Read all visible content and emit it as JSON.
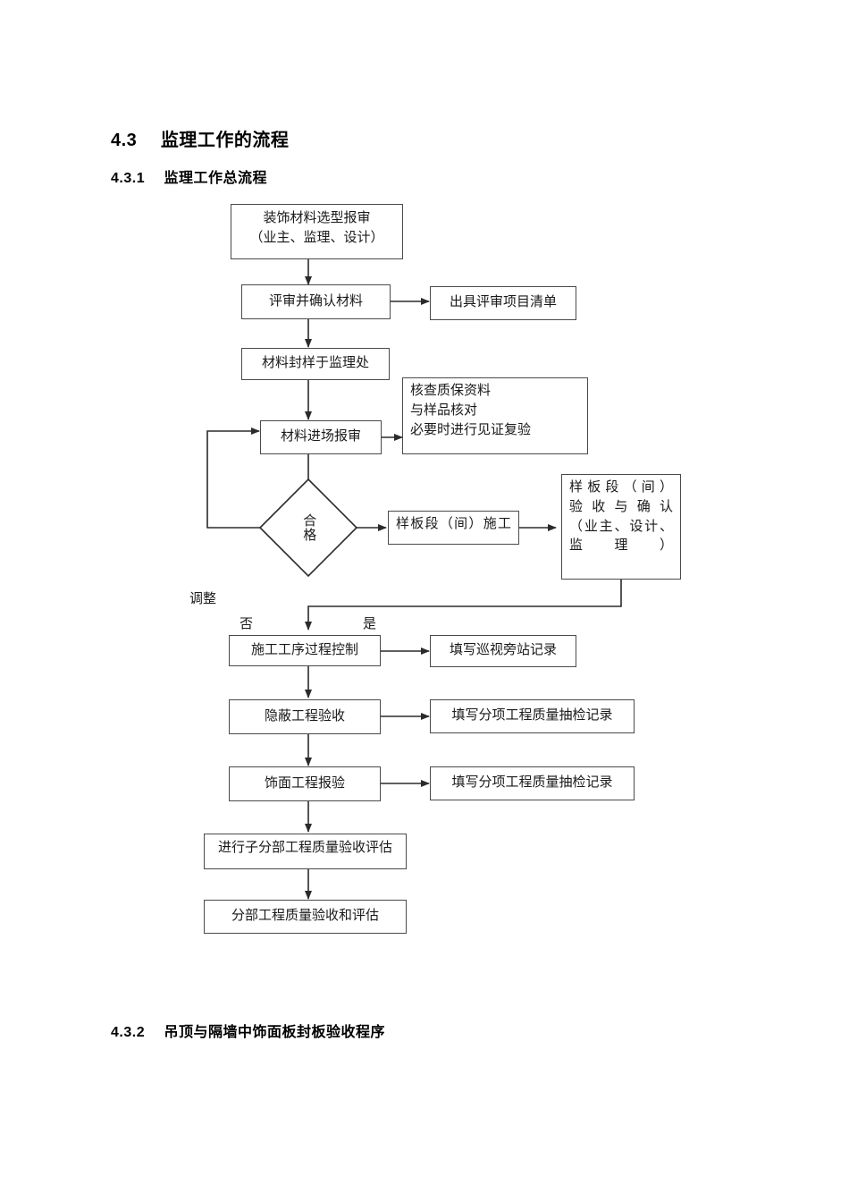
{
  "document": {
    "headings": {
      "section_4_3": "4.3　 监理工作的流程",
      "section_4_3_1": "4.3.1　 监理工作总流程",
      "section_4_3_2": "4.3.2　 吊顶与隔墙中饰面板封板验收程序"
    }
  },
  "flowchart": {
    "title": "监理工作总流程",
    "nodes": {
      "material_selection": "装饰材料选型报审\n（业主、监理、设计）",
      "review_confirm": "评审并确认材料",
      "issue_list": "出具评审项目清单",
      "seal_sample": "材料封样于监理处",
      "material_entry": "材料进场报审",
      "check_quality_docs": "核查质保资料\n与样品核对\n必要时进行见证复验",
      "decision_qualified": "合格",
      "sample_construction": "样板段（间）施工",
      "sample_acceptance": "样板段（间）\n验收与确认\n（业主、设计、监理）",
      "process_control": "施工工序过程控制",
      "patrol_record": "填写巡视旁站记录",
      "concealed_acceptance": "隐蔽工程验收",
      "subitem_record_1": "填写分项工程质量抽检记录",
      "finish_inspection": "饰面工程报验",
      "subitem_record_2": "填写分项工程质量抽检记录",
      "sub_division_eval": "进行子分部工程质量验收评估",
      "division_eval": "分部工程质量验收和评估"
    },
    "edge_labels": {
      "adjust": "调整",
      "no": "否",
      "yes": "是"
    },
    "colors": {
      "border": "#4a4a4a",
      "line": "#2b2b2b",
      "text": "#1a1a1a",
      "background": "#ffffff"
    }
  }
}
